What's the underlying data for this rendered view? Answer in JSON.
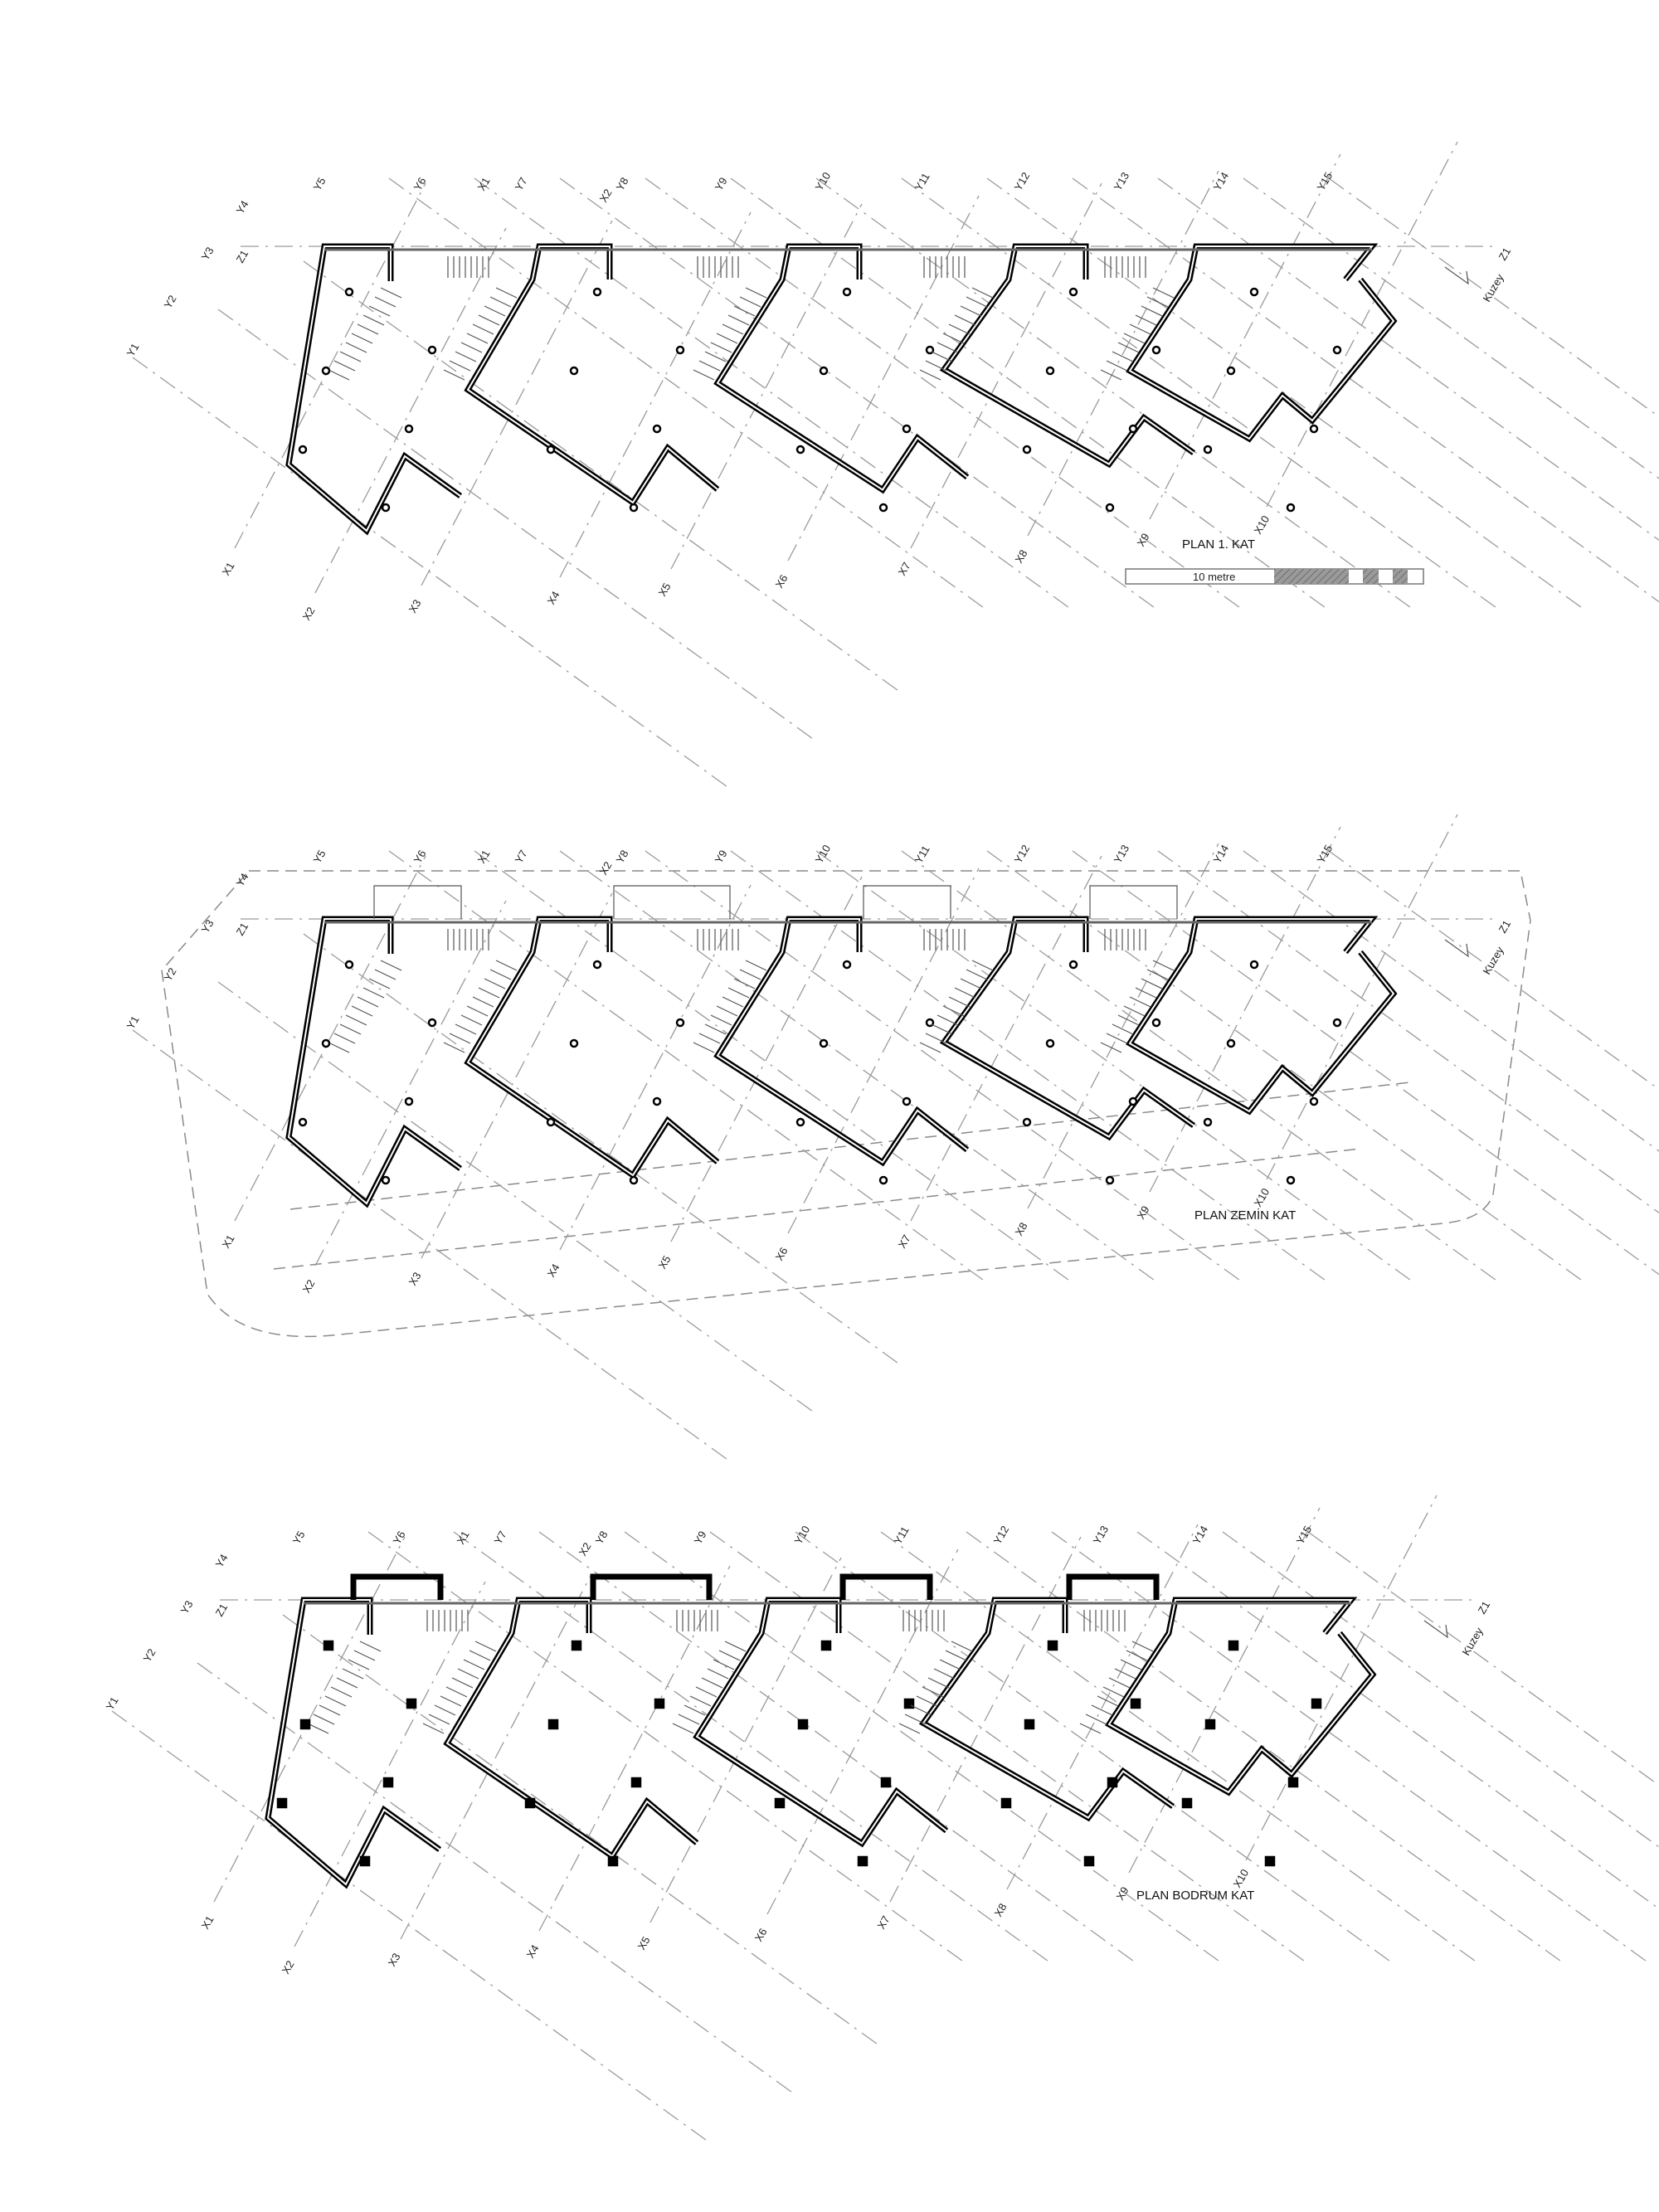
{
  "plans": [
    {
      "title": "PLAN  1. KAT",
      "variant": "first"
    },
    {
      "title": "PLAN  ZEMİN  KAT",
      "variant": "ground"
    },
    {
      "title": "PLAN  BODRUM  KAT",
      "variant": "basement"
    }
  ],
  "scale_bar": {
    "label": "10 metre"
  },
  "grid_labels": {
    "y_axes": [
      "Y1",
      "Y2",
      "Y3",
      "Y4",
      "Y5",
      "Y6",
      "Y7",
      "Y8",
      "Y9",
      "Y10",
      "Y11",
      "Y12",
      "Y13",
      "Y14",
      "Y15"
    ],
    "x_axes": [
      "X1",
      "X2",
      "X3",
      "X4",
      "X5",
      "X6",
      "X7",
      "X8",
      "X9",
      "X10"
    ],
    "x_top": [
      "X1",
      "X2"
    ],
    "z_axis": "Z1",
    "north": "Kuzey"
  },
  "colors": {
    "ink": "#000000",
    "grid": "#9a9a9a",
    "hatch": "#8c8c8c"
  }
}
